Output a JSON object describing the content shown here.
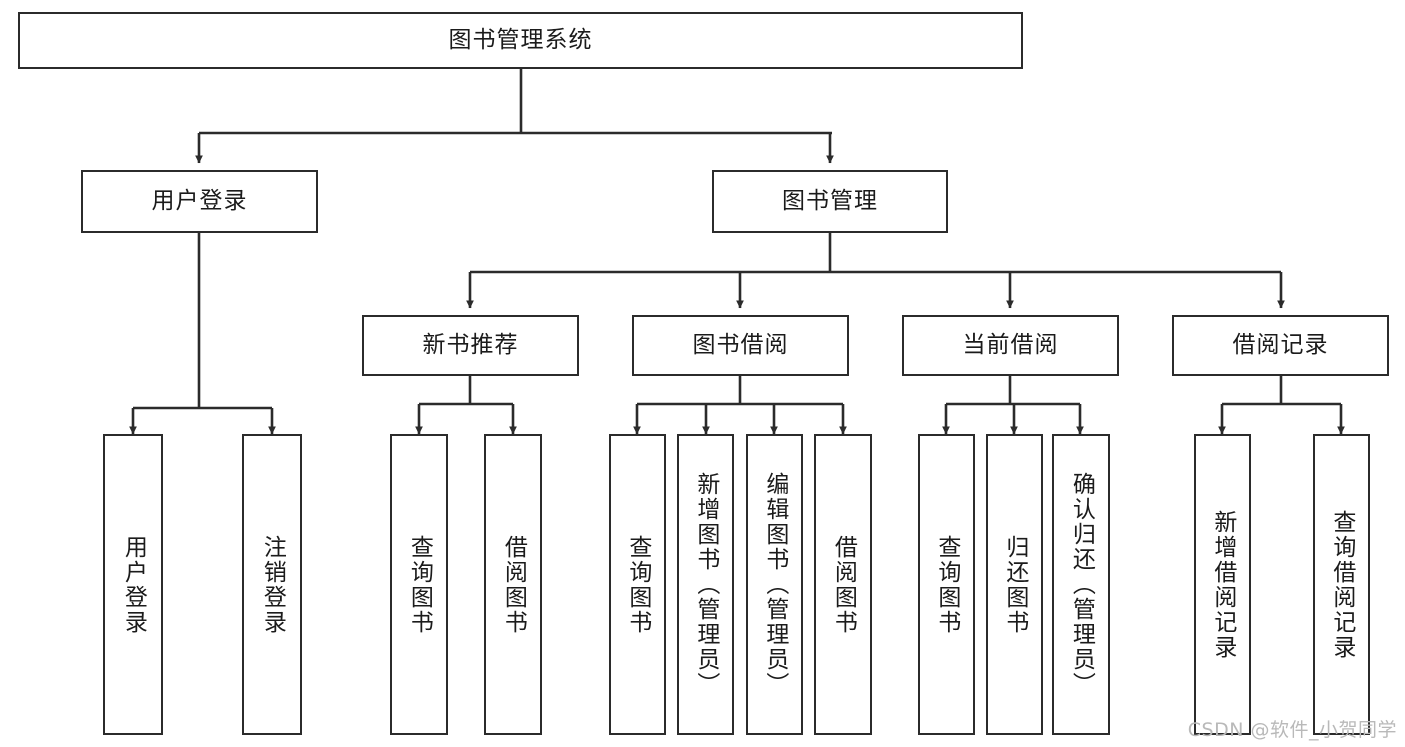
{
  "diagram": {
    "type": "tree-hierarchy-diagram",
    "title": "图书管理系统",
    "watermark": "CSDN @软件_小贺同学",
    "colors": {
      "box_border": "#2b2b2b",
      "box_fill": "#ffffff",
      "connector": "#2b2b2b",
      "text": "#1b1b1b",
      "watermark": "#b9b9b9"
    },
    "levels": {
      "level1": {
        "root": {
          "label": "图书管理系统"
        }
      },
      "level2": [
        {
          "label": "用户登录"
        },
        {
          "label": "图书管理"
        }
      ],
      "level3": [
        {
          "label": "新书推荐"
        },
        {
          "label": "图书借阅"
        },
        {
          "label": "当前借阅"
        },
        {
          "label": "借阅记录"
        }
      ],
      "level4": {
        "user_login_children": [
          {
            "label": "用户登录"
          },
          {
            "label": "注销登录"
          }
        ],
        "new_book_children": [
          {
            "label": "查询图书"
          },
          {
            "label": "借阅图书"
          }
        ],
        "book_borrow_children": [
          {
            "label": "查询图书"
          },
          {
            "label": "新增图书（管理员）"
          },
          {
            "label": "编辑图书（管理员）"
          },
          {
            "label": "借阅图书"
          }
        ],
        "current_borrow_children": [
          {
            "label": "查询图书"
          },
          {
            "label": "归还图书"
          },
          {
            "label": "确认归还（管理员）"
          }
        ],
        "borrow_record_children": [
          {
            "label": "新增借阅记录"
          },
          {
            "label": "查询借阅记录"
          }
        ]
      }
    }
  }
}
